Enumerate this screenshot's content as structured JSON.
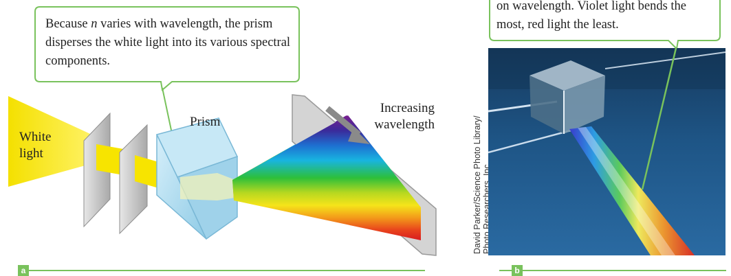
{
  "panel_a": {
    "callout_part1": "Because ",
    "callout_var": "n",
    "callout_part2": " varies with wavelength, the prism disperses the white light into its various spectral components.",
    "white_light_label": "White light",
    "prism_label": "Prism",
    "increasing_label": "Increasing wavelength",
    "tag": "a"
  },
  "panel_b": {
    "callout_text": "on wavelength. Violet light bends the most, red light the least.",
    "credit_line1": "David Parker/Science Photo Library/",
    "credit_line2": "Photo Researchers, Inc.",
    "tag": "b"
  },
  "colors": {
    "callout_border": "#79c25c",
    "tag_green": "#79c25c",
    "white_light": "#f6e100",
    "prism": "#a9d9ef",
    "screen": "#c8c8c8",
    "arrow": "#8a8a8a"
  }
}
